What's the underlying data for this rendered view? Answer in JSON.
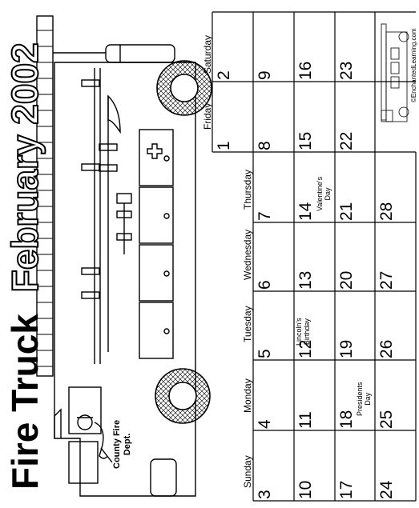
{
  "title": {
    "main": "Fire Truck",
    "sub": "February 2002"
  },
  "truck": {
    "label_line1": "County Fire",
    "label_line2": "Dept."
  },
  "credit": "©EnchantedLearning.com",
  "weekdays": [
    "Sunday",
    "Monday",
    "Tuesday",
    "Wednesday",
    "Thursday",
    "Friday",
    "Saturday"
  ],
  "days": {
    "d1": "1",
    "d2": "2",
    "d3": "3",
    "d4": "4",
    "d5": "5",
    "d6": "6",
    "d7": "7",
    "d8": "8",
    "d9": "9",
    "d10": "10",
    "d11": "11",
    "d12": "12",
    "d13": "13",
    "d14": "14",
    "d15": "15",
    "d16": "16",
    "d17": "17",
    "d18": "18",
    "d19": "19",
    "d20": "20",
    "d21": "21",
    "d22": "22",
    "d23": "23",
    "d24": "24",
    "d25": "25",
    "d26": "26",
    "d27": "27",
    "d28": "28"
  },
  "holidays": {
    "lincoln_1": "Lincoln's",
    "lincoln_2": "Birthday",
    "valentine_1": "Valentine's",
    "valentine_2": "Day",
    "presidents_1": "Presidents",
    "presidents_2": "Day"
  }
}
